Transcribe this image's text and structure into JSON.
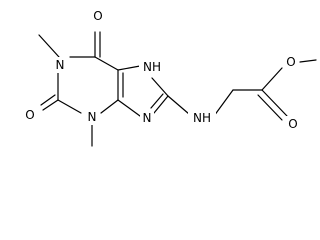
{
  "atom_labels": {
    "o_top": "O",
    "n1": "N",
    "o_left": "O",
    "n3": "N",
    "nh7": "NH",
    "n9": "N",
    "nh_linker": "NH",
    "o_ester_single": "O",
    "o_ester_double": "O"
  },
  "colors": {
    "line": "#000000",
    "background": "#ffffff"
  }
}
